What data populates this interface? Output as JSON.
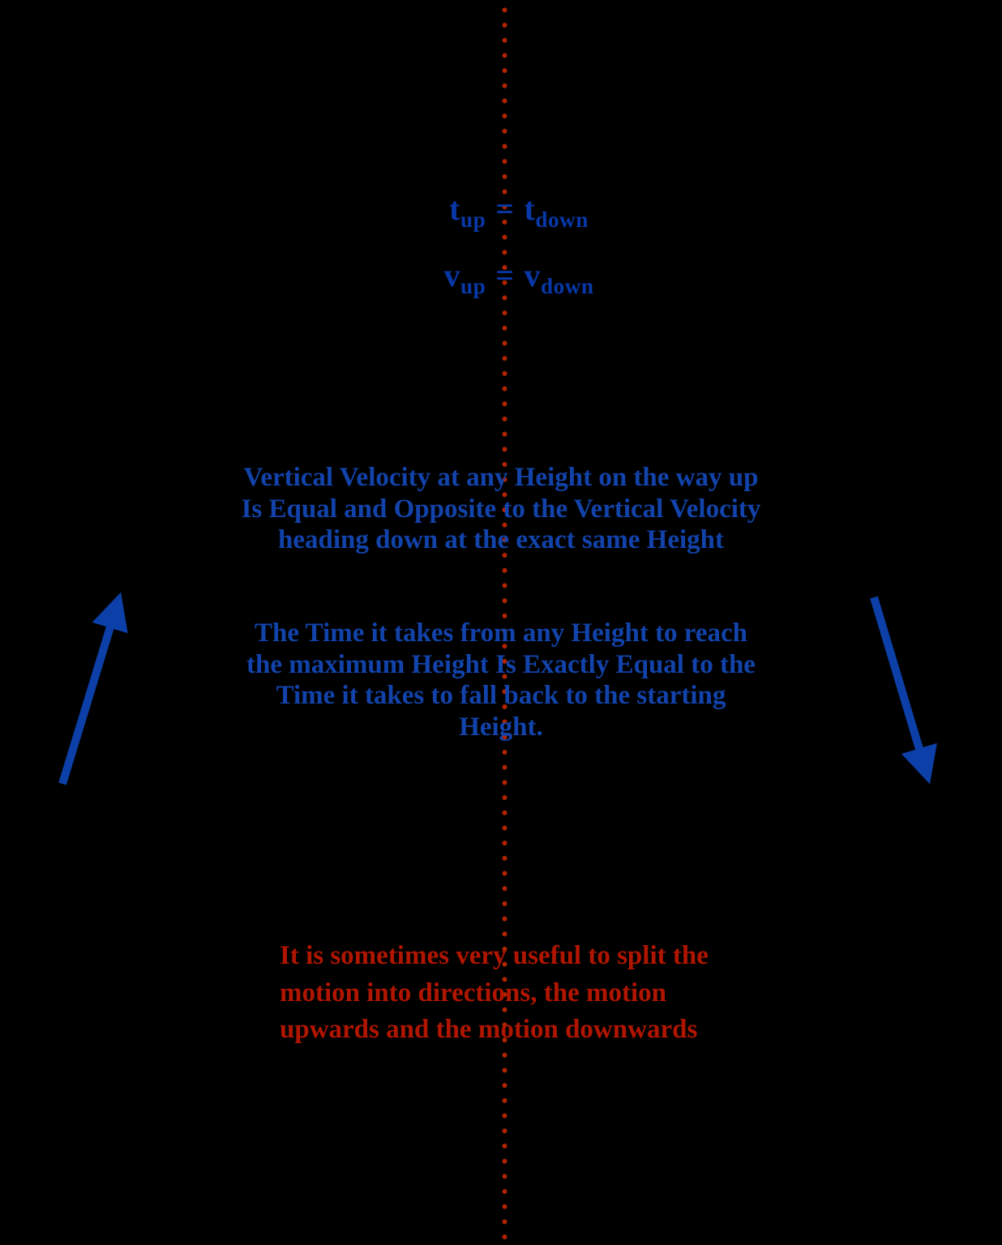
{
  "colors": {
    "background": "#000000",
    "statement_blue": "#1243ab",
    "equation_blue": "#0838a8",
    "arrow_blue": "#0c40a8",
    "note_red": "#b01500",
    "dot_red": "#b22500"
  },
  "equations": [
    {
      "lhs_base": "t",
      "lhs_sub": "up",
      "equals": "=",
      "rhs_base": "t",
      "rhs_sub": "down"
    },
    {
      "lhs_base": "v",
      "lhs_sub": "up",
      "equals": "=",
      "rhs_base": "v",
      "rhs_sub": "down"
    }
  ],
  "velocity_statement": {
    "lines": [
      "Vertical Velocity at any Height on the way up",
      "Is Equal and Opposite to the Vertical Velocity",
      "heading down at the exact same Height"
    ]
  },
  "time_statement": {
    "lines": [
      "The Time it takes from any Height to reach",
      "the maximum Height Is Exactly Equal to the",
      "Time it takes to fall back to the starting",
      "Height."
    ]
  },
  "split_motion_note": {
    "lines": [
      "It is sometimes very useful to split the",
      "motion into directions, the motion",
      "upwards and the motion downwards"
    ]
  }
}
